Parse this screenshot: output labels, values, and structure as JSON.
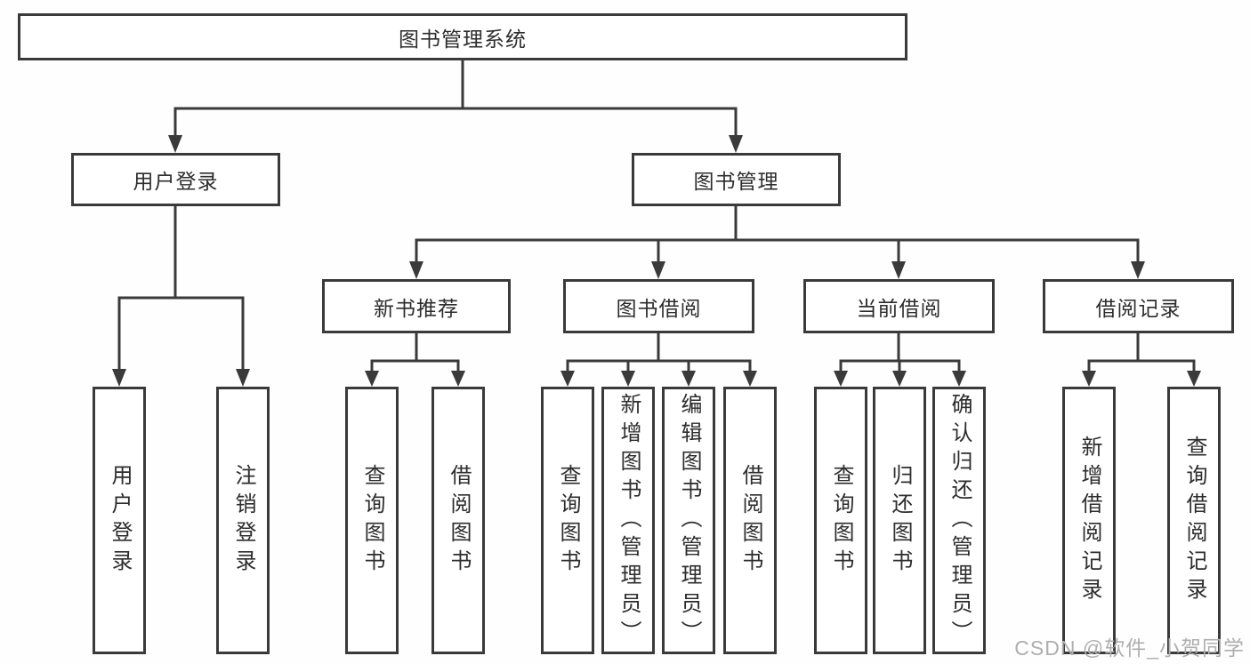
{
  "diagram_title": "图书管理系统",
  "nodes": {
    "root": "图书管理系统",
    "user_login": "用户登录",
    "book_mgmt": "图书管理",
    "new_book_rec": "新书推荐",
    "book_borrow": "图书借阅",
    "current_borrow": "当前借阅",
    "borrow_records": "借阅记录"
  },
  "leaves": [
    {
      "parent": "用户登录",
      "label": "用户登录"
    },
    {
      "parent": "用户登录",
      "label": "注销登录"
    },
    {
      "parent": "新书推荐",
      "label": "查询图书"
    },
    {
      "parent": "新书推荐",
      "label": "借阅图书"
    },
    {
      "parent": "图书借阅",
      "label": "查询图书"
    },
    {
      "parent": "图书借阅",
      "label": "新增图书（管理员）"
    },
    {
      "parent": "图书借阅",
      "label": "编辑图书（管理员）"
    },
    {
      "parent": "图书借阅",
      "label": "借阅图书"
    },
    {
      "parent": "当前借阅",
      "label": "查询图书"
    },
    {
      "parent": "当前借阅",
      "label": "归还图书"
    },
    {
      "parent": "当前借阅",
      "label": "确认归还（管理员）"
    },
    {
      "parent": "借阅记录",
      "label": "新增借阅记录"
    },
    {
      "parent": "借阅记录",
      "label": "查询借阅记录"
    }
  ],
  "watermark": "CSDN @软件_小贺同学",
  "colors": {
    "line-color": "#3a3a3a",
    "text-color": "#2d2d2d",
    "watermark-color": "#aeaeae",
    "bg-color": "#fefefe"
  }
}
